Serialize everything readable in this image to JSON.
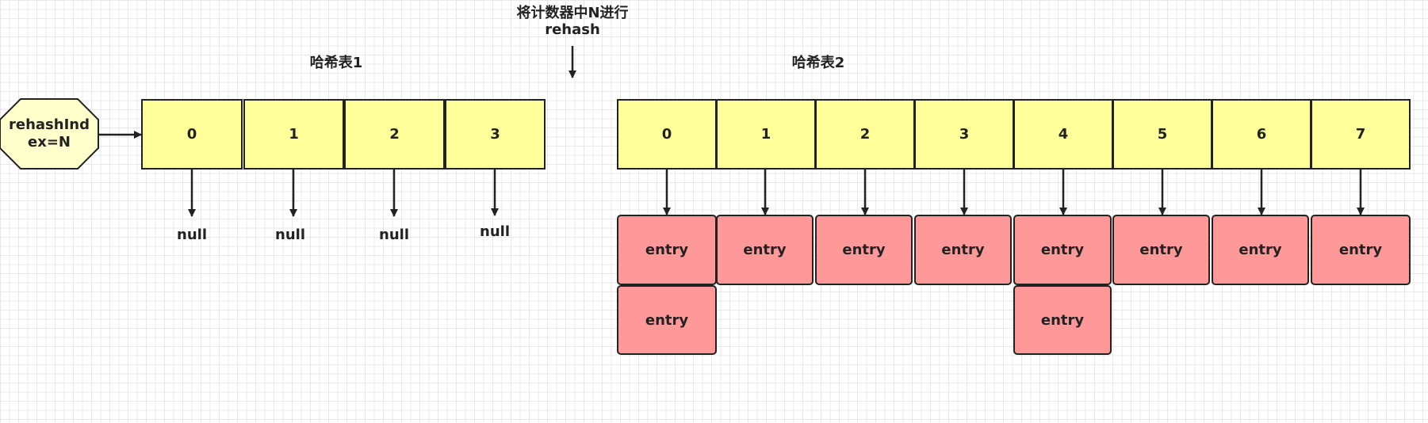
{
  "note": {
    "line1": "将计数器中N进行",
    "line2": "rehash"
  },
  "table1": {
    "title": "哈希表1",
    "slots": [
      "0",
      "1",
      "2",
      "3"
    ],
    "nulls": [
      "null",
      "null",
      "null",
      "null"
    ]
  },
  "table2": {
    "title": "哈希表2",
    "slots": [
      "0",
      "1",
      "2",
      "3",
      "4",
      "5",
      "6",
      "7"
    ],
    "entries": [
      "entry",
      "entry",
      "entry",
      "entry",
      "entry",
      "entry",
      "entry",
      "entry"
    ],
    "chained": [
      "entry",
      "entry"
    ]
  },
  "rehash_index": {
    "line1": "rehashInd",
    "line2": "ex=N"
  },
  "colors": {
    "slot": "#ffff99",
    "entry": "#ff9999",
    "stroke": "#222222",
    "index_fill": "#ffffcc"
  }
}
